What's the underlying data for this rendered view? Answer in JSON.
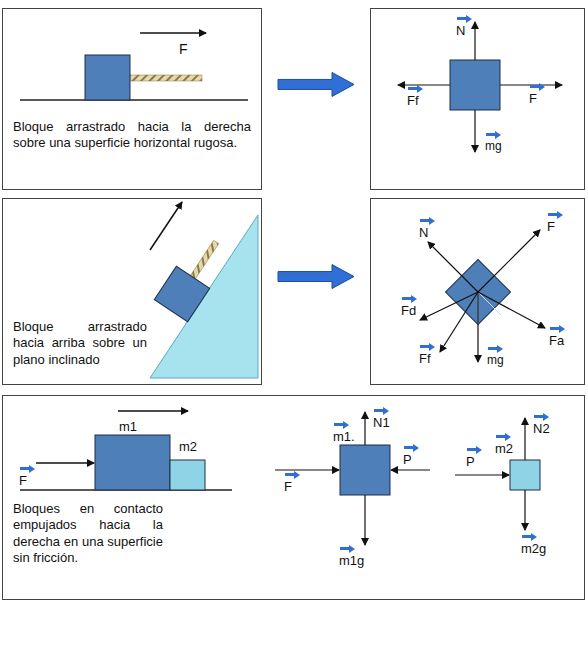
{
  "diagram": {
    "nodes": [
      {
        "text": [
          "Bloque arrastrado hacia la derecha sobre una superficie horizontal rugosa.",
          "F"
        ]
      },
      {
        "text": [
          "N",
          "F",
          "Ff",
          "mg"
        ]
      },
      {
        "text": [
          "Bloque arrastrado hacia arriba sobre un plano inclinado"
        ]
      },
      {
        "text": [
          "N",
          "F",
          "Fd",
          "Ff",
          "Fa",
          "mg"
        ]
      },
      {
        "text": [
          "Bloques en contacto empujados hacia la derecha en una superficie sin fricción.",
          "F",
          "m1",
          "m2",
          "m1.",
          "N1",
          "F",
          "P",
          "P",
          "m2",
          "N2",
          "m1g",
          "m2g"
        ]
      }
    ],
    "edges": [
      {
        "from": 0,
        "to": 1,
        "arrow": "to"
      },
      {
        "from": 2,
        "to": 3,
        "arrow": "to"
      }
    ]
  }
}
